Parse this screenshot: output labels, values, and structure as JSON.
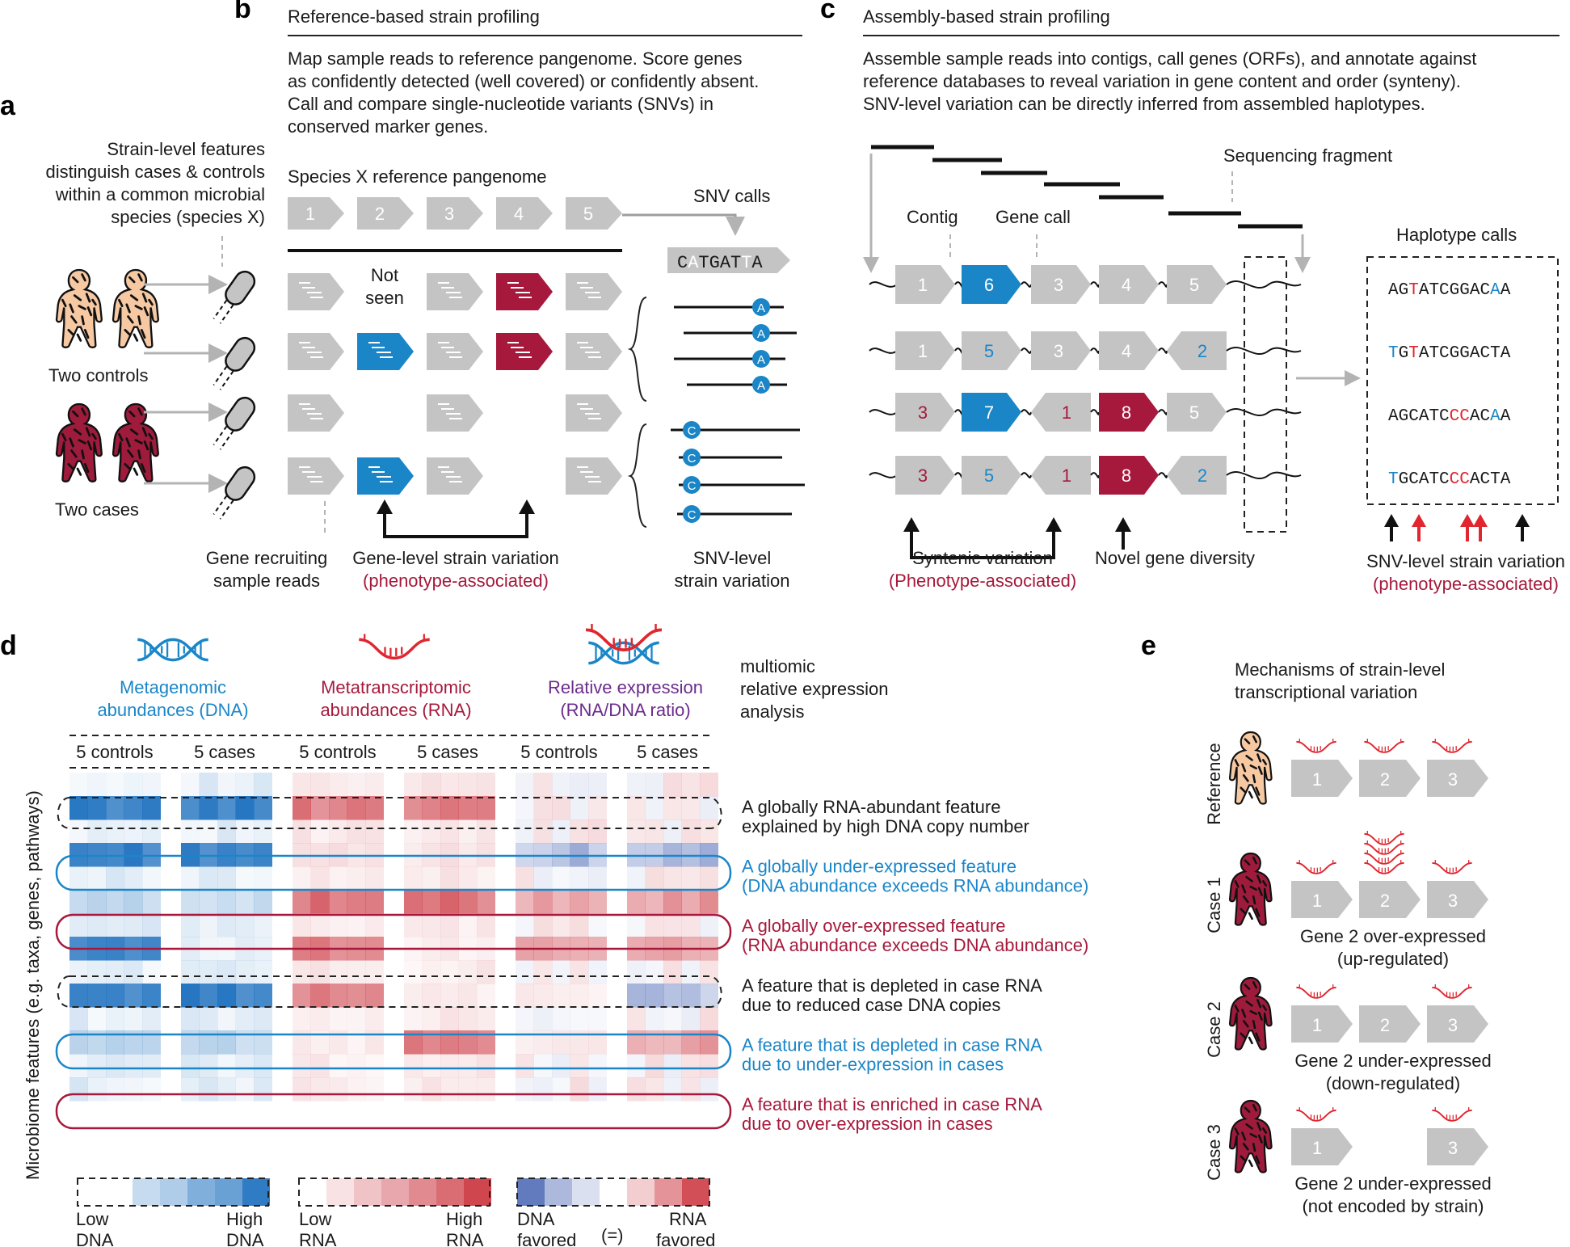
{
  "colors": {
    "blue": "#1a86c8",
    "red": "#a6193c",
    "bright_red": "#e0262f",
    "purple": "#6b2c8c",
    "gene_gray": "#c4c4c4",
    "control_skin": "#f6c9a3",
    "case_skin": "#9e1b3c"
  },
  "panel_a": {
    "letter": "a",
    "description": [
      "Strain-level features",
      "distinguish cases & controls",
      "within a common microbial",
      "species (species X)"
    ],
    "controls_label": "Two controls",
    "cases_label": "Two cases"
  },
  "panel_b": {
    "letter": "b",
    "title": "Reference-based strain profiling",
    "description": [
      "Map sample reads to reference pangenome. Score genes",
      "as confidently detected (well covered) or confidently absent.",
      "Call and compare single-nucleotide variants (SNVs) in",
      "conserved marker genes."
    ],
    "pangenome_label": "Species X reference pangenome",
    "genes": [
      "1",
      "2",
      "3",
      "4",
      "5"
    ],
    "not_seen": [
      "Not",
      "seen"
    ],
    "snv_calls_label": "SNV calls",
    "snv_sequence": "CATGATTA",
    "snv_control_base": "A",
    "snv_case_base": "C",
    "gene_recruiting": [
      "Gene recruiting",
      "sample reads"
    ],
    "gene_level": [
      "Gene-level strain variation",
      "(phenotype-associated)"
    ],
    "snv_level": [
      "SNV-level",
      "strain variation"
    ]
  },
  "panel_c": {
    "letter": "c",
    "title": "Assembly-based strain profiling",
    "description": [
      "Assemble sample reads into contigs, call genes (ORFs), and annotate against",
      "reference databases to reveal variation in gene content and order (synteny).",
      "SNV-level variation can be directly inferred from assembled haplotypes."
    ],
    "sequencing_fragment": "Sequencing fragment",
    "contig": "Contig",
    "gene_call": "Gene call",
    "rows": [
      [
        "1",
        "6",
        "3",
        "4",
        "5"
      ],
      [
        "1",
        "5",
        "3",
        "4",
        "2"
      ],
      [
        "3",
        "7",
        "1",
        "8",
        "5"
      ],
      [
        "3",
        "5",
        "1",
        "8",
        "2"
      ]
    ],
    "haplotype_title": "Haplotype calls",
    "haplotypes": [
      "AGTATCGGACAA",
      "TGTATCGGACTA",
      "AGCATCCCACAA",
      "TGCATCCCACTA"
    ],
    "syntenic": [
      "Syntenic variation",
      "(Phenotype-associated)"
    ],
    "novel_gene": "Novel gene diversity",
    "snv_level": [
      "SNV-level strain variation",
      "(phenotype-associated)"
    ]
  },
  "panel_d": {
    "letter": "d",
    "headers": [
      {
        "title": [
          "Metagenomic",
          "abundances (DNA)"
        ]
      },
      {
        "title": [
          "Metatranscriptomic",
          "abundances (RNA)"
        ]
      },
      {
        "title": [
          "Relative expression",
          "(RNA/DNA ratio)"
        ]
      }
    ],
    "side_header": [
      "multiomic",
      "relative expression",
      "analysis"
    ],
    "group_labels": [
      "5 controls",
      "5 cases",
      "5 controls",
      "5 cases",
      "5 controls",
      "5 cases"
    ],
    "y_label": "Microbiome features (e.g. taxa, genes, pathways)",
    "annotations": [
      [
        "A globally RNA-abundant feature",
        "explained by high DNA copy number"
      ],
      [
        "A globally under-expressed feature",
        "(DNA abundance exceeds RNA abundance)"
      ],
      [
        "A globally over-expressed feature",
        "(RNA abundance exceeds DNA abundance)"
      ],
      [
        "A feature that is depleted in case RNA",
        "due to reduced case DNA copies"
      ],
      [
        "A feature that is depleted in case RNA",
        "due to under-expression in cases"
      ],
      [
        "A feature that is enriched in case RNA",
        "due to over-expression in cases"
      ]
    ],
    "legend": {
      "dna": [
        "Low",
        "DNA",
        "High",
        "DNA"
      ],
      "rna": [
        "Low",
        "RNA",
        "High",
        "RNA"
      ],
      "ratio": [
        "DNA",
        "favored",
        "(=)",
        "RNA",
        "favored"
      ]
    }
  },
  "panel_e": {
    "letter": "e",
    "title": [
      "Mechanisms of strain-level",
      "transcriptional variation"
    ],
    "rows": [
      {
        "label": "Reference",
        "genes": [
          "1",
          "2",
          "3"
        ],
        "caption": []
      },
      {
        "label": "Case 1",
        "genes": [
          "1",
          "2",
          "3"
        ],
        "caption": [
          "Gene 2 over-expressed",
          "(up-regulated)"
        ]
      },
      {
        "label": "Case 2",
        "genes": [
          "1",
          "2",
          "3"
        ],
        "caption": [
          "Gene 2 under-expressed",
          "(down-regulated)"
        ]
      },
      {
        "label": "Case 3",
        "genes": [
          "1",
          "3"
        ],
        "caption": [
          "Gene 2 under-expressed",
          "(not encoded by strain)"
        ]
      }
    ]
  }
}
